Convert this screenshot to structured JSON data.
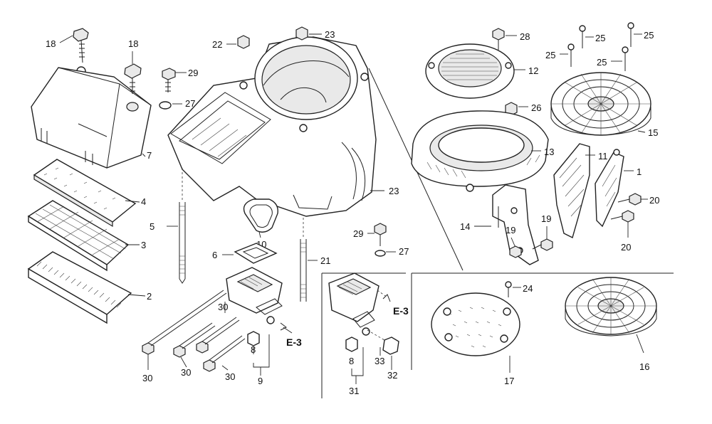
{
  "diagram": {
    "callouts": [
      {
        "id": "c18a",
        "label": "18"
      },
      {
        "id": "c18b",
        "label": "18"
      },
      {
        "id": "c29a",
        "label": "29"
      },
      {
        "id": "c27a",
        "label": "27"
      },
      {
        "id": "c7",
        "label": "7"
      },
      {
        "id": "c4",
        "label": "4"
      },
      {
        "id": "c3",
        "label": "3"
      },
      {
        "id": "c2",
        "label": "2"
      },
      {
        "id": "c22",
        "label": "22"
      },
      {
        "id": "c23a",
        "label": "23"
      },
      {
        "id": "c23b",
        "label": "23"
      },
      {
        "id": "c10",
        "label": "10"
      },
      {
        "id": "c5",
        "label": "5"
      },
      {
        "id": "c6",
        "label": "6"
      },
      {
        "id": "c21",
        "label": "21"
      },
      {
        "id": "c29b",
        "label": "29"
      },
      {
        "id": "c27b",
        "label": "27"
      },
      {
        "id": "c28",
        "label": "28"
      },
      {
        "id": "c12",
        "label": "12"
      },
      {
        "id": "c26",
        "label": "26"
      },
      {
        "id": "c13",
        "label": "13"
      },
      {
        "id": "c25a",
        "label": "25"
      },
      {
        "id": "c25b",
        "label": "25"
      },
      {
        "id": "c25c",
        "label": "25"
      },
      {
        "id": "c25d",
        "label": "25"
      },
      {
        "id": "c15",
        "label": "15"
      },
      {
        "id": "c11",
        "label": "11"
      },
      {
        "id": "c1",
        "label": "1"
      },
      {
        "id": "c20a",
        "label": "20"
      },
      {
        "id": "c20b",
        "label": "20"
      },
      {
        "id": "c14",
        "label": "14"
      },
      {
        "id": "c19a",
        "label": "19"
      },
      {
        "id": "c19b",
        "label": "19"
      },
      {
        "id": "c24",
        "label": "24"
      },
      {
        "id": "c17",
        "label": "17"
      },
      {
        "id": "c16",
        "label": "16"
      },
      {
        "id": "c30a",
        "label": "30"
      },
      {
        "id": "c30b",
        "label": "30"
      },
      {
        "id": "c30c",
        "label": "30"
      },
      {
        "id": "c30d",
        "label": "30"
      },
      {
        "id": "c8a",
        "label": "8"
      },
      {
        "id": "c9",
        "label": "9"
      },
      {
        "id": "c8b",
        "label": "8"
      },
      {
        "id": "c31",
        "label": "31"
      },
      {
        "id": "c33",
        "label": "33"
      },
      {
        "id": "c32",
        "label": "32"
      }
    ],
    "references": [
      {
        "id": "r1",
        "label": "E-3"
      },
      {
        "id": "r2",
        "label": "E-3"
      }
    ]
  }
}
